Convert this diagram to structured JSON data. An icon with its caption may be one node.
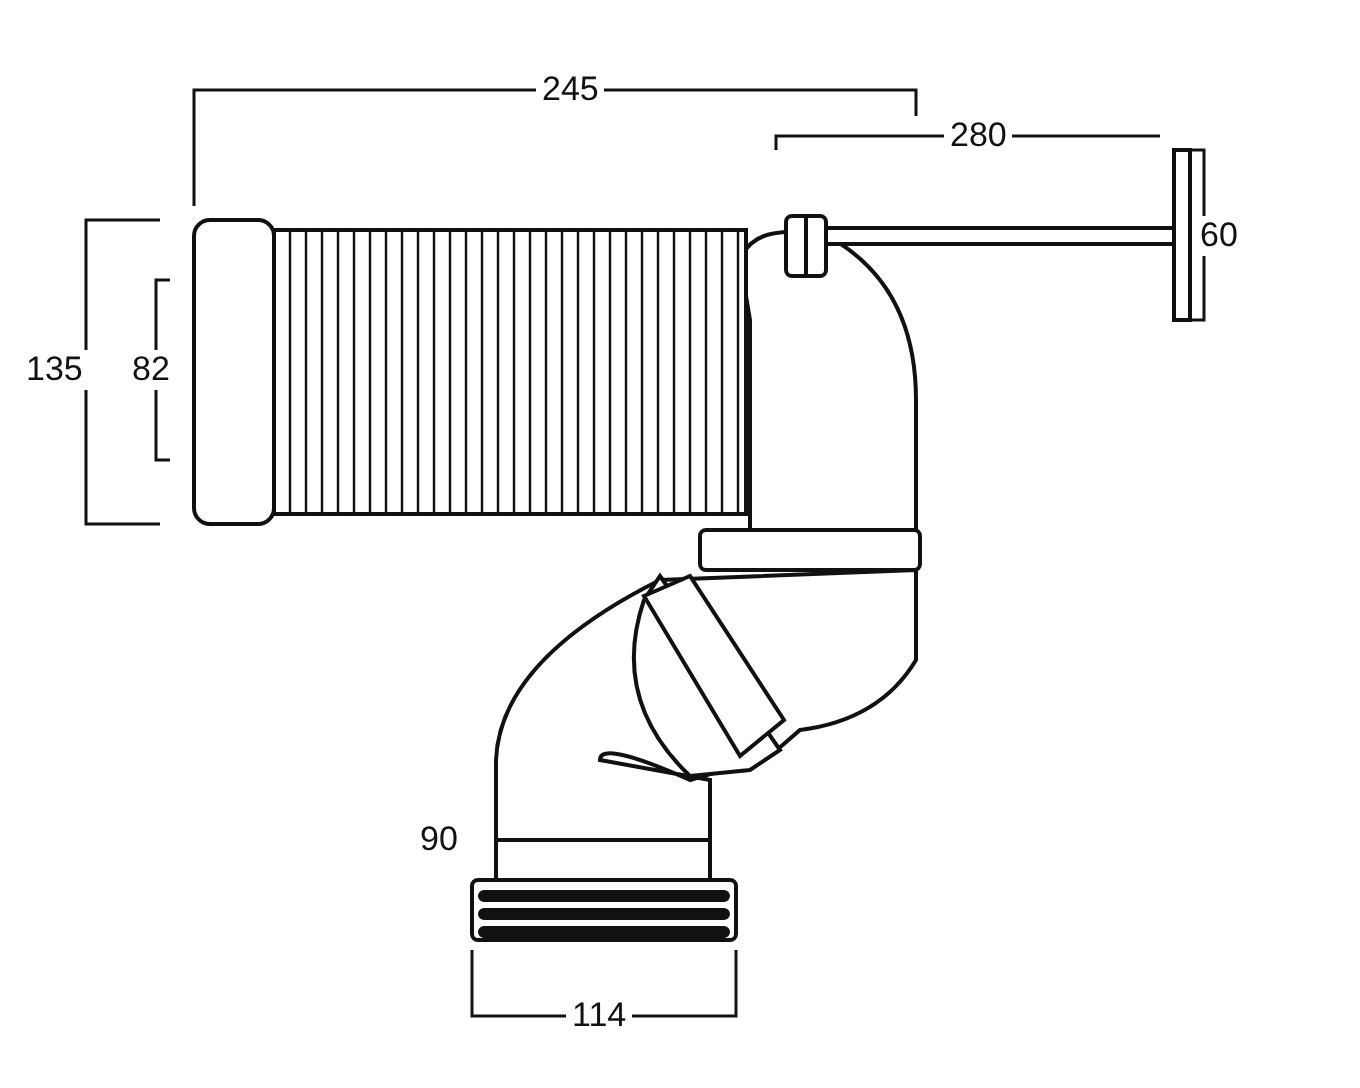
{
  "diagram": {
    "labels": [
      "245",
      "280",
      "60",
      "135",
      "82",
      "90",
      "114"
    ]
  }
}
